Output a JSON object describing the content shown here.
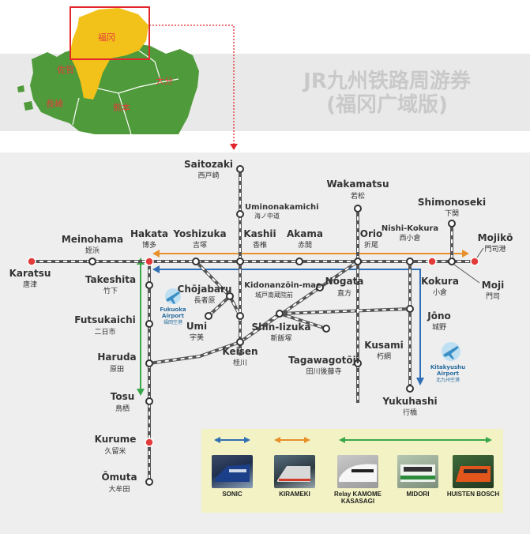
{
  "title": {
    "line1": "JR九州铁路周游券",
    "line2": "(福冈广域版)"
  },
  "prefectures": {
    "fukuoka": "福冈",
    "saga": "佐賀",
    "nagasaki": "長崎",
    "kumamoto": "熊本",
    "oita": "大分"
  },
  "stations": {
    "saitozaki": {
      "en": "Saitozaki",
      "jp": "西戸崎"
    },
    "uminonakamichi": {
      "en": "Uminonakamichi",
      "jp": "海ノ中道"
    },
    "wakamatsu": {
      "en": "Wakamatsu",
      "jp": "若松"
    },
    "shimonoseki": {
      "en": "Shimonoseki",
      "jp": "下関"
    },
    "nishikokura": {
      "en": "Nishi-Kokura",
      "jp": "西小倉"
    },
    "meinohama": {
      "en": "Meinohama",
      "jp": "姪浜"
    },
    "hakata": {
      "en": "Hakata",
      "jp": "博多"
    },
    "yoshizuka": {
      "en": "Yoshizuka",
      "jp": "吉塚"
    },
    "kashii": {
      "en": "Kashii",
      "jp": "香椎"
    },
    "akama": {
      "en": "Akama",
      "jp": "赤間"
    },
    "orio": {
      "en": "Orio",
      "jp": "折尾"
    },
    "mojiko": {
      "en": "Mojikō",
      "jp": "門司港"
    },
    "karatsu": {
      "en": "Karatsu",
      "jp": "唐津"
    },
    "takeshita": {
      "en": "Takeshita",
      "jp": "竹下"
    },
    "chojabaru": {
      "en": "Chōjabaru",
      "jp": "長者原"
    },
    "kidonanzoin": {
      "en": "Kidonanzōin-mae",
      "jp": "城戸南蔵院前"
    },
    "nogata": {
      "en": "Nōgata",
      "jp": "直方"
    },
    "kokura": {
      "en": "Kokura",
      "jp": "小倉"
    },
    "moji": {
      "en": "Moji",
      "jp": "門司"
    },
    "futsukaichi": {
      "en": "Futsukaichi",
      "jp": "二日市"
    },
    "umi": {
      "en": "Umi",
      "jp": "宇美"
    },
    "shinizuka": {
      "en": "Shin-Iizuka",
      "jp": "新飯塚"
    },
    "jono": {
      "en": "Jōno",
      "jp": "城野"
    },
    "keisen": {
      "en": "Keisen",
      "jp": "桂川"
    },
    "tagawagotoji": {
      "en": "Tagawagotōji",
      "jp": "田川後藤寺"
    },
    "kusami": {
      "en": "Kusami",
      "jp": "朽網"
    },
    "haruda": {
      "en": "Haruda",
      "jp": "原田"
    },
    "tosu": {
      "en": "Tosu",
      "jp": "鳥栖"
    },
    "yukuhashi": {
      "en": "Yukuhashi",
      "jp": "行橋"
    },
    "kurume": {
      "en": "Kurume",
      "jp": "久留米"
    },
    "omuta": {
      "en": "Ōmuta",
      "jp": "大牟田"
    }
  },
  "airports": {
    "fukuoka": {
      "en1": "Fukuoka",
      "en2": "Airport",
      "jp": "福岡空港"
    },
    "kitakyushu": {
      "en1": "Kitakyushu",
      "en2": "Airport",
      "jp": "北九州空港"
    }
  },
  "legend": {
    "sonic": {
      "label": "SONIC",
      "color": "#2f6fb5"
    },
    "kirameki": {
      "label": "KIRAMEKI",
      "color": "#e8902a"
    },
    "kamome": {
      "label1": "Relay KAMOME",
      "label2": "KASASAGI",
      "color": "#3aa64a"
    },
    "midori": {
      "label": "MIDORI"
    },
    "huisten": {
      "label": "HUISTEN BOSCH"
    }
  },
  "colors": {
    "sonic": "#2f6fb5",
    "kirameki": "#e8902a",
    "kamome": "#3aa64a",
    "major_station": "#e33b3b",
    "fukuoka_pref": "#f2c21a",
    "kyushu_green": "#4f9a3a"
  }
}
